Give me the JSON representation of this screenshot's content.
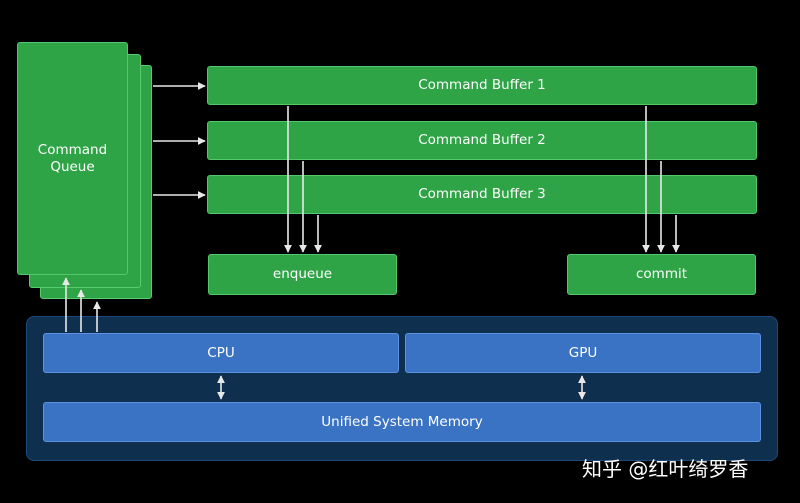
{
  "command_queue": {
    "label": "Command\nQueue"
  },
  "command_buffers": [
    {
      "label": "Command Buffer 1"
    },
    {
      "label": "Command Buffer 2"
    },
    {
      "label": "Command Buffer 3"
    }
  ],
  "actions": {
    "enqueue": "enqueue",
    "commit": "commit"
  },
  "system": {
    "cpu": "CPU",
    "gpu": "GPU",
    "memory": "Unified System Memory"
  },
  "watermark": "知乎 @红叶绮罗香",
  "colors": {
    "background": "#000000",
    "green": "#2ea447",
    "blue": "#3a73c4",
    "panel": "#0f2f4e",
    "arrow": "#e8e8e8"
  }
}
